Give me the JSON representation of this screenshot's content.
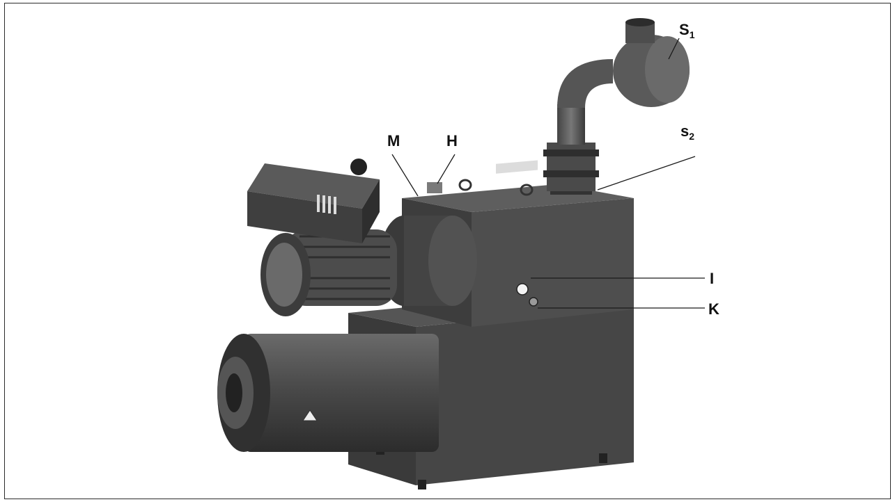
{
  "labels": {
    "s1": {
      "main": "S",
      "sub": "1"
    },
    "s2": {
      "main": "s",
      "sub": "2"
    },
    "m": "M",
    "h": "H",
    "i": "I",
    "k": "K"
  },
  "colors": {
    "body": "#4a4a4a",
    "body_dark": "#353535",
    "body_light": "#5c5c5c",
    "leader": "#1a1a1a"
  }
}
